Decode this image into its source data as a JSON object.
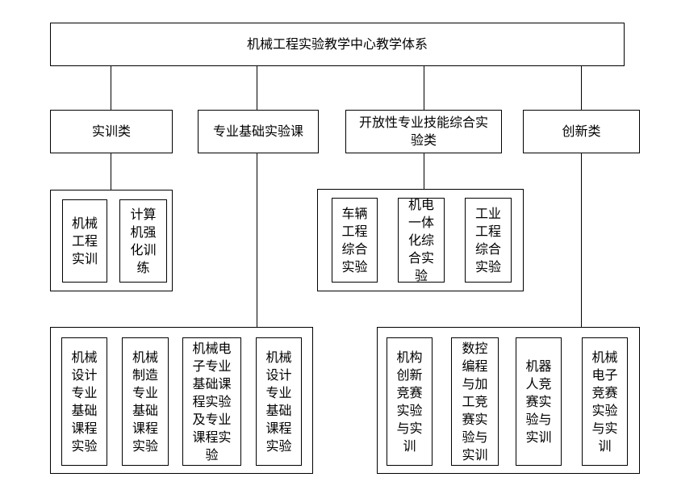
{
  "diagram": {
    "title": "机械工程实验教学中心教学体系",
    "colors": {
      "border": "#000000",
      "background": "#ffffff",
      "text": "#000000"
    },
    "level2": [
      {
        "label": "实训类"
      },
      {
        "label": "专业基础实验课"
      },
      {
        "label": "开放性专业技能综合实验类"
      },
      {
        "label": "创新类"
      }
    ],
    "groups": {
      "shixun": {
        "items": [
          "机械工程实训",
          "计算机强化训练"
        ]
      },
      "kaifang": {
        "items": [
          "车辆工程综合实验",
          "机电一体化综合实验",
          "工业工程综合实验"
        ]
      },
      "jichu": {
        "items": [
          "机械设计专业基础课程实验",
          "机械制造专业基础课程实验",
          "机械电子专业基础课程实验及专业课程实验",
          "机械设计专业基础课程实验"
        ]
      },
      "chuangxin": {
        "items": [
          "机构创新竞赛实验与实训",
          "数控编程与加工竞赛实验与实训",
          "机器人竞赛实验与实训",
          "机械电子竞赛实验与实训"
        ]
      }
    }
  }
}
